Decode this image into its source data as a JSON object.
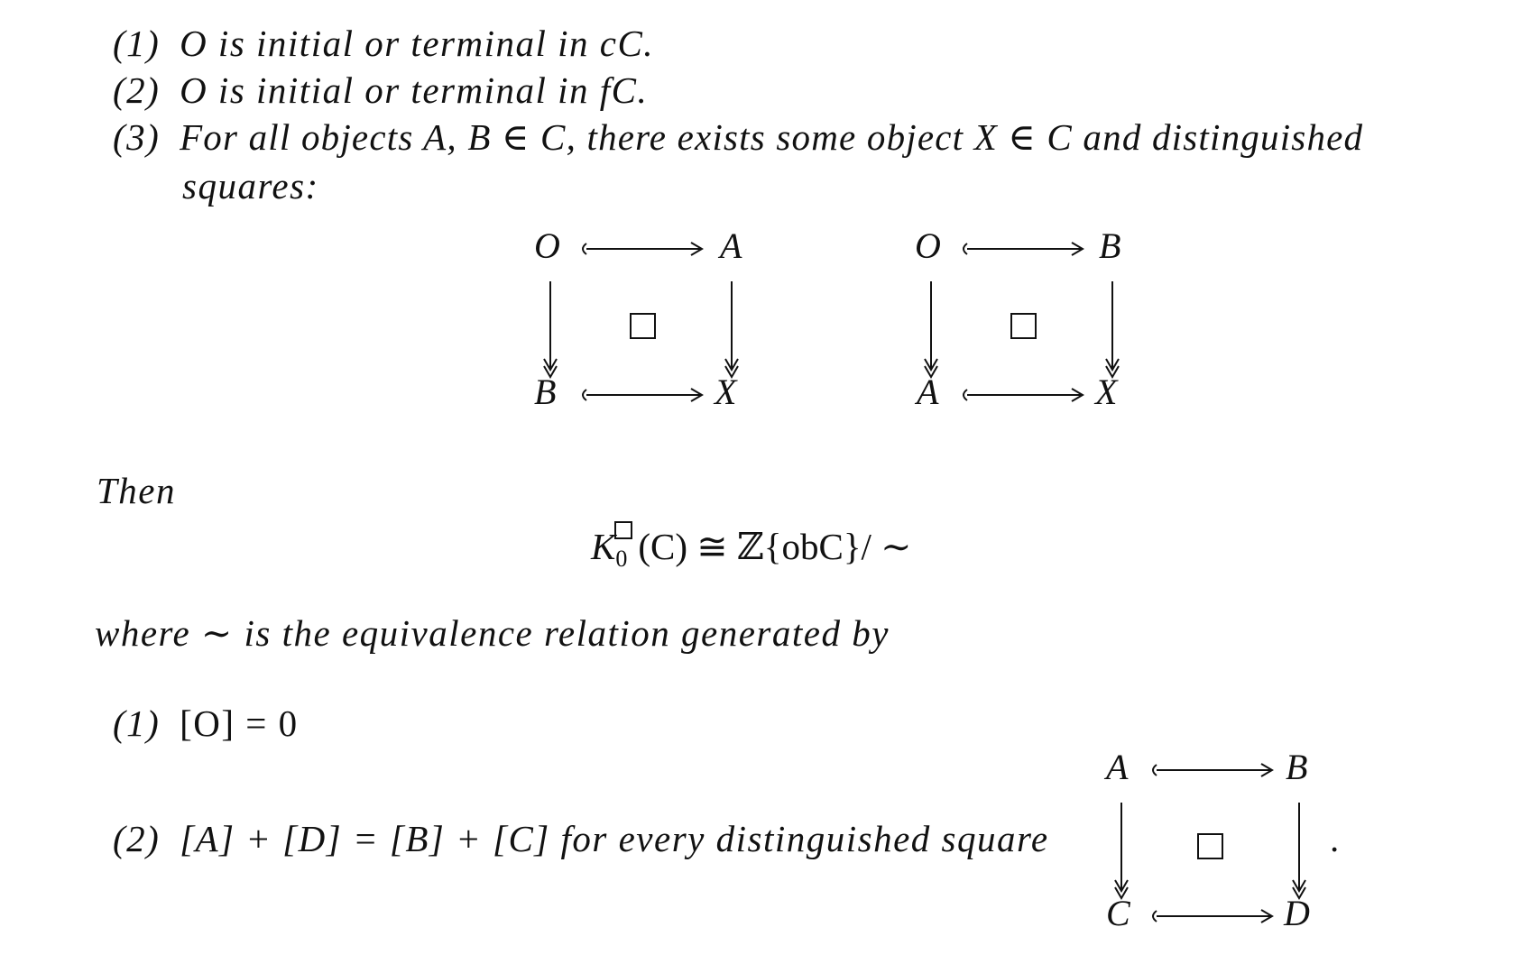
{
  "conditions": {
    "item1": {
      "number": "(1)",
      "text": "O is initial or terminal in cC."
    },
    "item2": {
      "number": "(2)",
      "text": "O is initial or terminal in fC."
    },
    "item3": {
      "number": "(3)",
      "text": "For all objects A, B ∈ C, there exists some object X ∈ C and distinguished",
      "continuation": "squares:"
    }
  },
  "square1": {
    "top_left": "O",
    "top_right": "A",
    "bottom_left": "B",
    "bottom_right": "X",
    "center": "□"
  },
  "square2": {
    "top_left": "O",
    "top_right": "B",
    "bottom_left": "A",
    "bottom_right": "X",
    "center": "□"
  },
  "then_text": "Then",
  "formula": {
    "K": "K",
    "subscript": "0",
    "rest": "(C) ≅ ℤ{obC}/ ∼"
  },
  "where_text": "where ∼ is the equivalence relation generated by",
  "relations": {
    "item1": {
      "number": "(1)",
      "text": "[O] = 0"
    },
    "item2": {
      "number": "(2)",
      "text": "[A] + [D] = [B] + [C] for every distinguished square",
      "trailing": "."
    }
  },
  "square3": {
    "top_left": "A",
    "top_right": "B",
    "bottom_left": "C",
    "bottom_right": "D",
    "center": "□"
  }
}
